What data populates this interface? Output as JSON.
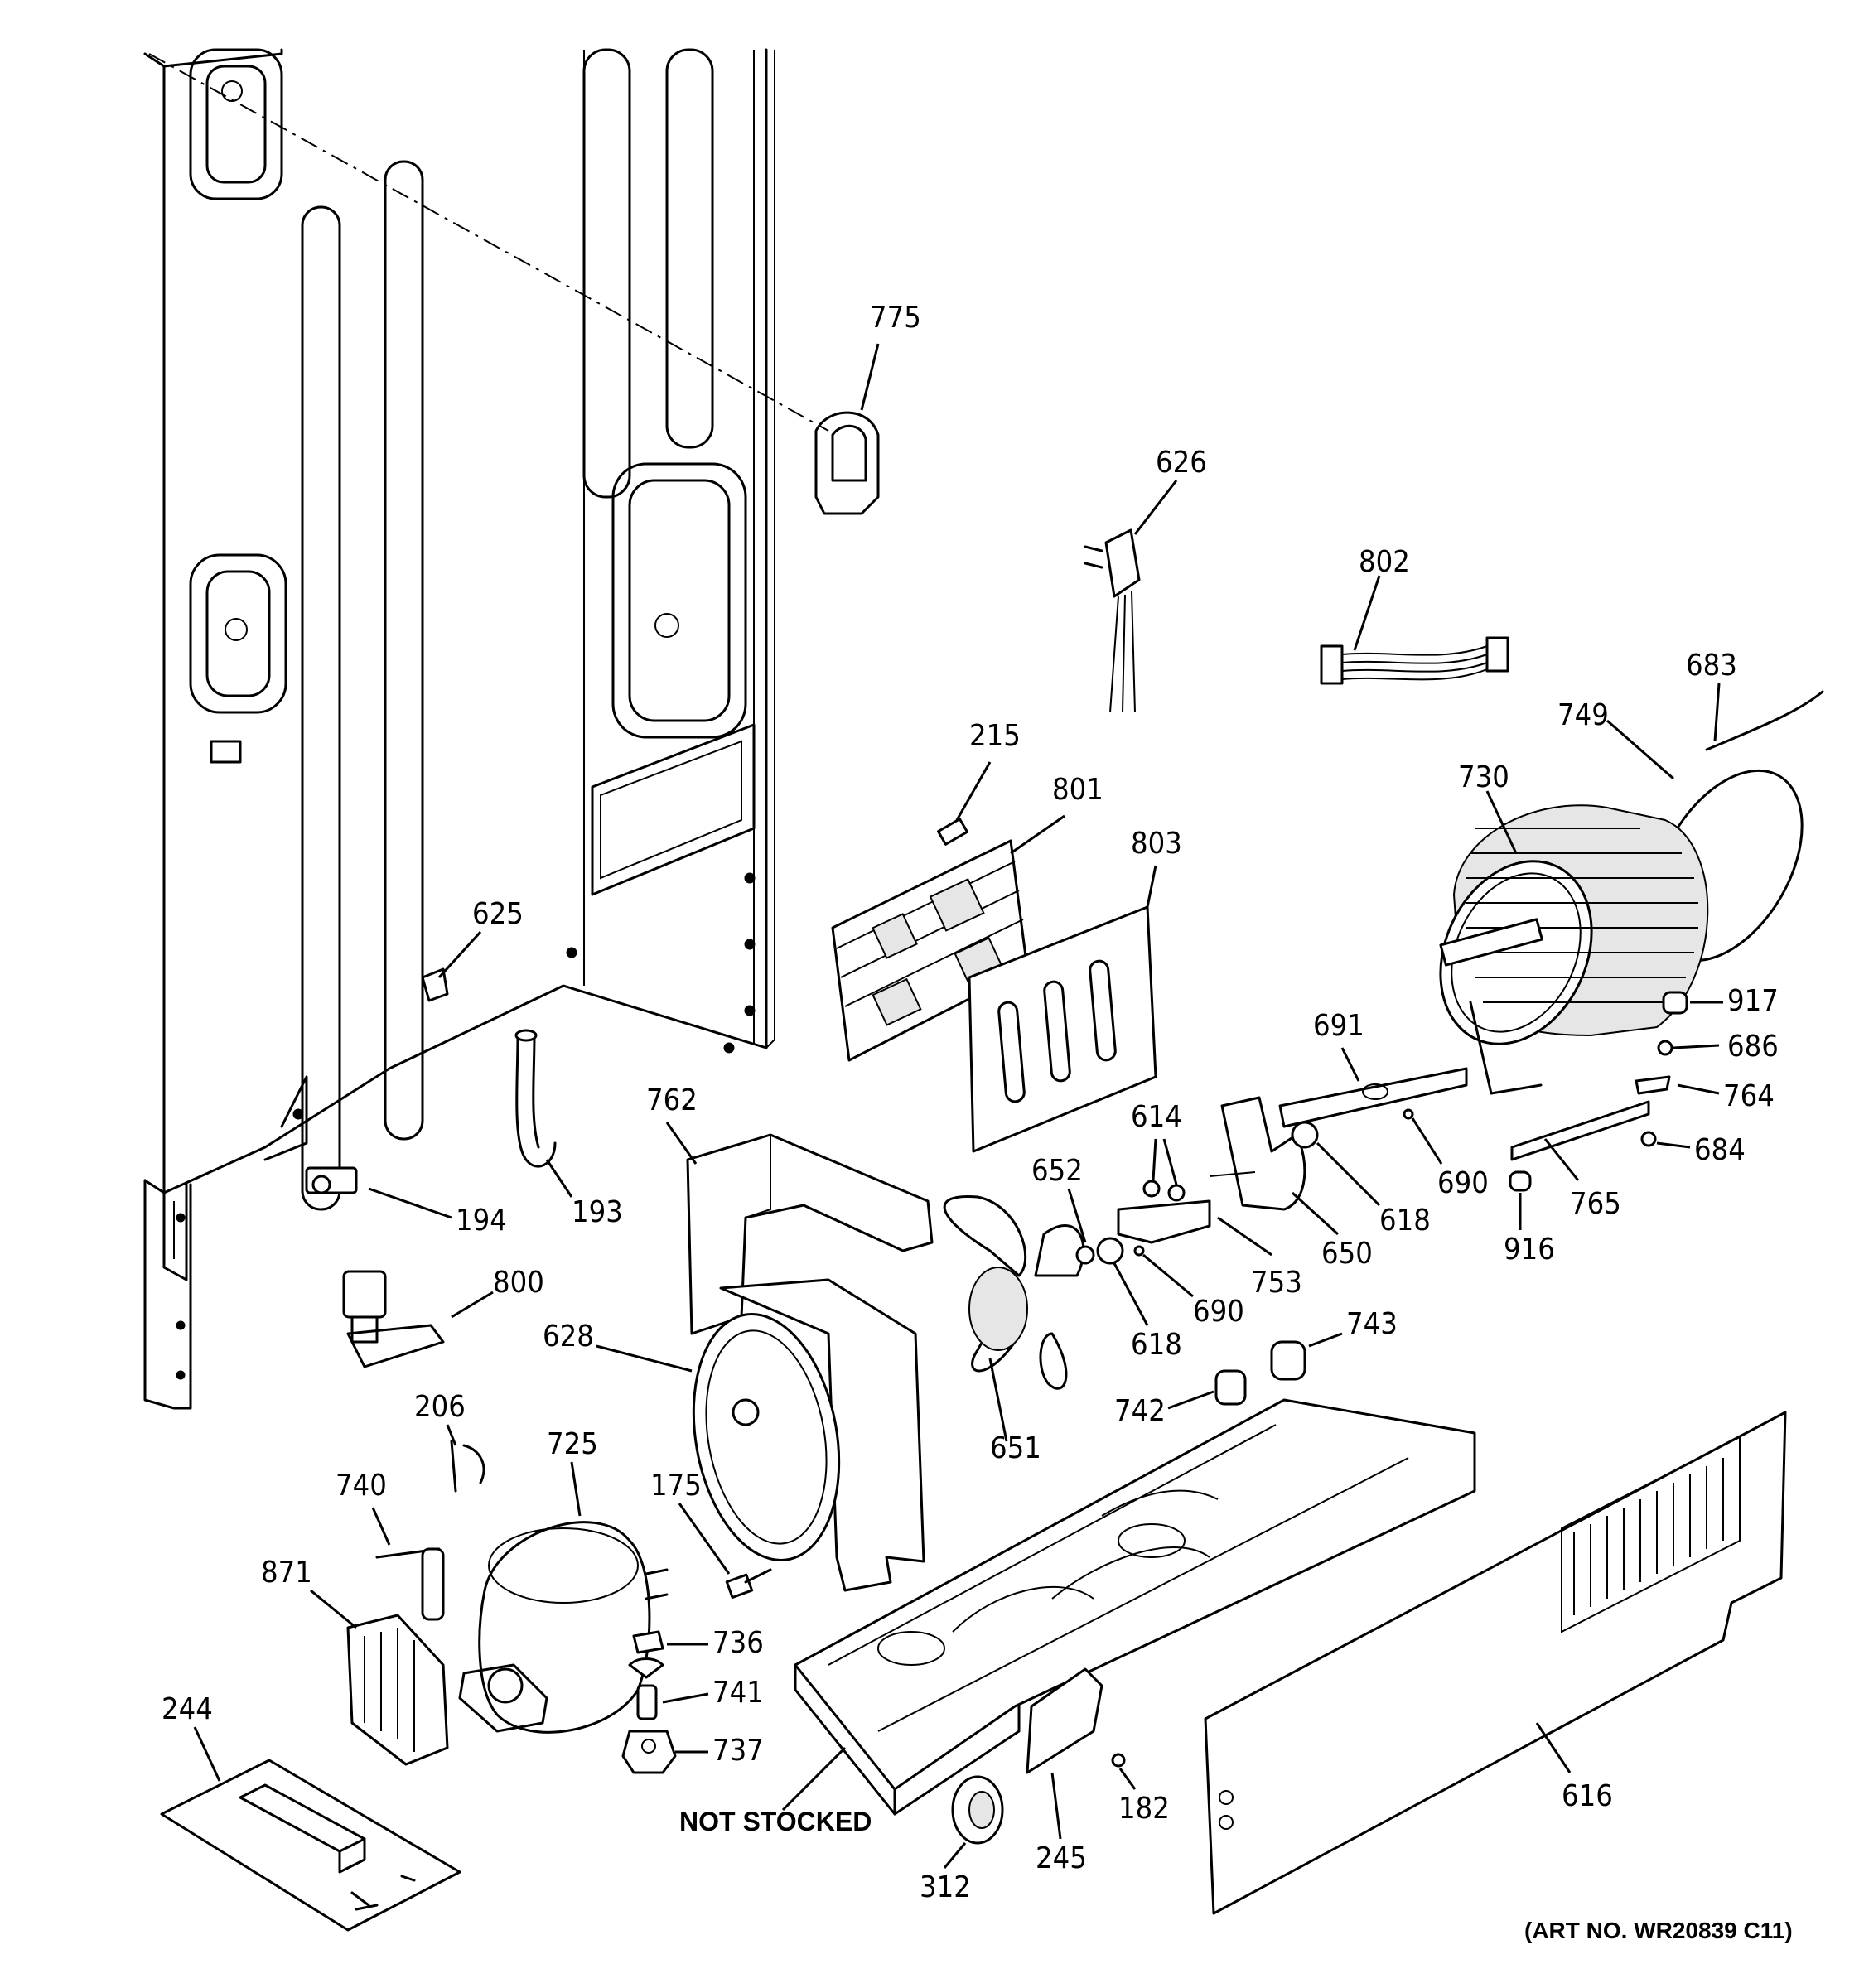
{
  "diagram": {
    "callouts": [
      {
        "id": "c775",
        "text": "775"
      },
      {
        "id": "c626",
        "text": "626"
      },
      {
        "id": "c802",
        "text": "802"
      },
      {
        "id": "c683",
        "text": "683"
      },
      {
        "id": "c749",
        "text": "749"
      },
      {
        "id": "c730",
        "text": "730"
      },
      {
        "id": "c215",
        "text": "215"
      },
      {
        "id": "c801",
        "text": "801"
      },
      {
        "id": "c803",
        "text": "803"
      },
      {
        "id": "c917",
        "text": "917"
      },
      {
        "id": "c686",
        "text": "686"
      },
      {
        "id": "c625",
        "text": "625"
      },
      {
        "id": "c691",
        "text": "691"
      },
      {
        "id": "c764",
        "text": "764"
      },
      {
        "id": "c684",
        "text": "684"
      },
      {
        "id": "c614",
        "text": "614"
      },
      {
        "id": "c762",
        "text": "762"
      },
      {
        "id": "c690a",
        "text": "690"
      },
      {
        "id": "c618a",
        "text": "618"
      },
      {
        "id": "c652",
        "text": "652"
      },
      {
        "id": "c194",
        "text": "194"
      },
      {
        "id": "c193",
        "text": "193"
      },
      {
        "id": "c650",
        "text": "650"
      },
      {
        "id": "c765",
        "text": "765"
      },
      {
        "id": "c916",
        "text": "916"
      },
      {
        "id": "c753",
        "text": "753"
      },
      {
        "id": "c800",
        "text": "800"
      },
      {
        "id": "c690b",
        "text": "690"
      },
      {
        "id": "c628",
        "text": "628"
      },
      {
        "id": "c618b",
        "text": "618"
      },
      {
        "id": "c743",
        "text": "743"
      },
      {
        "id": "c742",
        "text": "742"
      },
      {
        "id": "c206",
        "text": "206"
      },
      {
        "id": "c651",
        "text": "651"
      },
      {
        "id": "c725",
        "text": "725"
      },
      {
        "id": "c175",
        "text": "175"
      },
      {
        "id": "c740",
        "text": "740"
      },
      {
        "id": "c871",
        "text": "871"
      },
      {
        "id": "c736",
        "text": "736"
      },
      {
        "id": "c741",
        "text": "741"
      },
      {
        "id": "c244",
        "text": "244"
      },
      {
        "id": "c737",
        "text": "737"
      },
      {
        "id": "c616",
        "text": "616"
      },
      {
        "id": "c182",
        "text": "182"
      },
      {
        "id": "c245",
        "text": "245"
      },
      {
        "id": "c312",
        "text": "312"
      }
    ],
    "not_stocked": "NOT STOCKED",
    "art_number": "(ART NO. WR20839 C11)"
  }
}
